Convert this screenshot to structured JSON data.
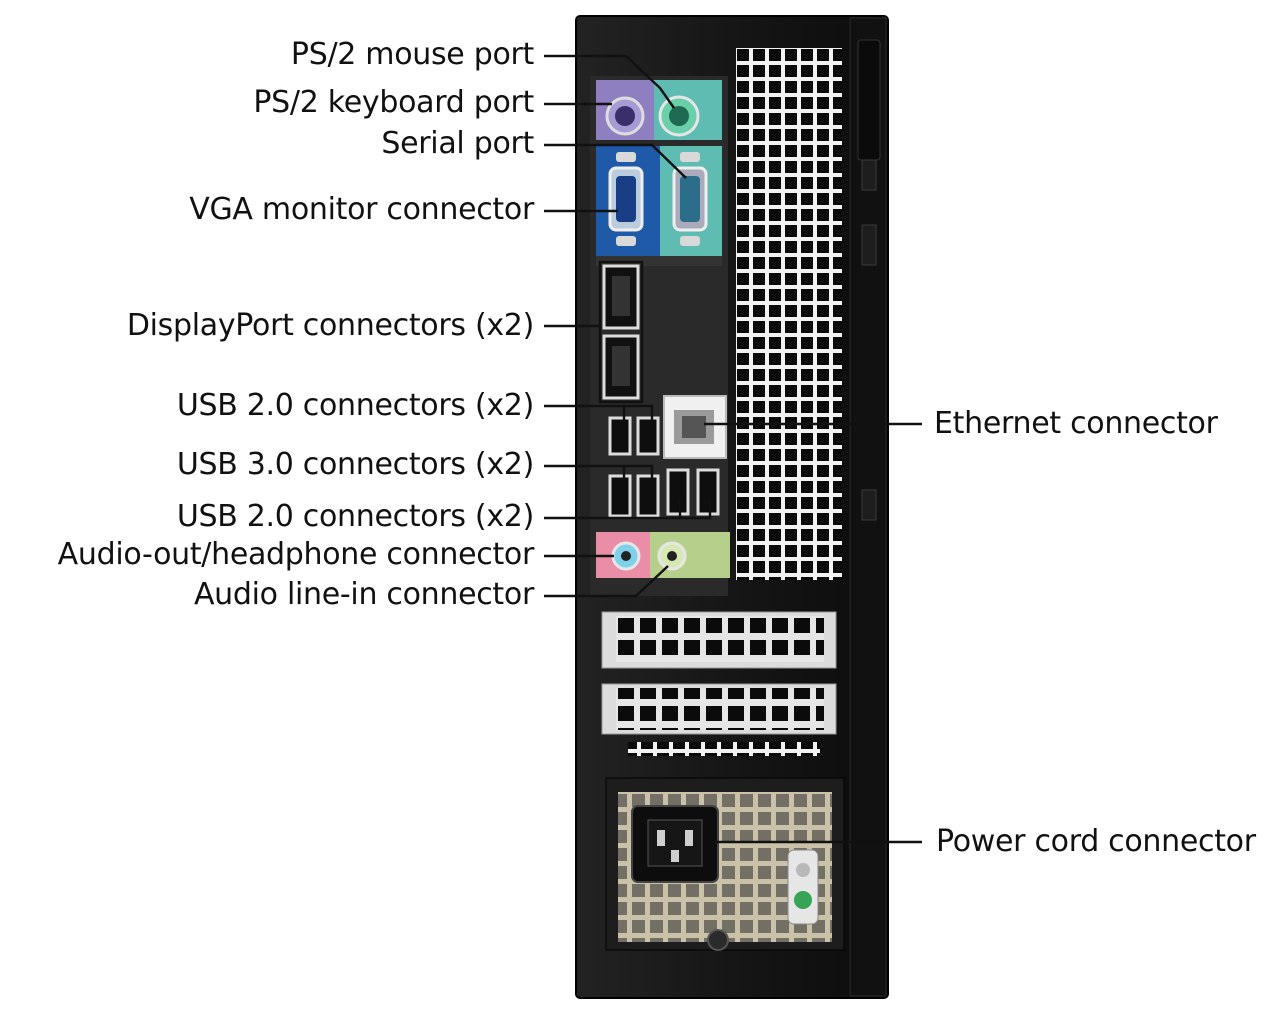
{
  "labels_left": [
    {
      "id": "ps2-mouse",
      "text": "PS/2 mouse port"
    },
    {
      "id": "ps2-keyboard",
      "text": "PS/2 keyboard port"
    },
    {
      "id": "serial",
      "text": "Serial port"
    },
    {
      "id": "vga",
      "text": "VGA monitor connector"
    },
    {
      "id": "displayport",
      "text": "DisplayPort connectors (x2)"
    },
    {
      "id": "usb20-top",
      "text": "USB 2.0 connectors (x2)"
    },
    {
      "id": "usb30",
      "text": "USB 3.0 connectors (x2)"
    },
    {
      "id": "usb20-bottom",
      "text": "USB 2.0 connectors (x2)"
    },
    {
      "id": "audio-out",
      "text": "Audio-out/headphone connector"
    },
    {
      "id": "audio-in",
      "text": "Audio line-in connector"
    }
  ],
  "labels_right": [
    {
      "id": "ethernet",
      "text": "Ethernet connector"
    },
    {
      "id": "power",
      "text": "Power cord connector"
    }
  ],
  "colors": {
    "chassis": "#1a1a1a",
    "ps2_keyboard": "#8e7fc0",
    "ps2_mouse": "#3fb58f",
    "io_teal": "#5fbcb3",
    "io_blue": "#1f5aa8",
    "audio_pink": "#e98ea6",
    "audio_green": "#b6cf8a",
    "leader": "#111111"
  }
}
